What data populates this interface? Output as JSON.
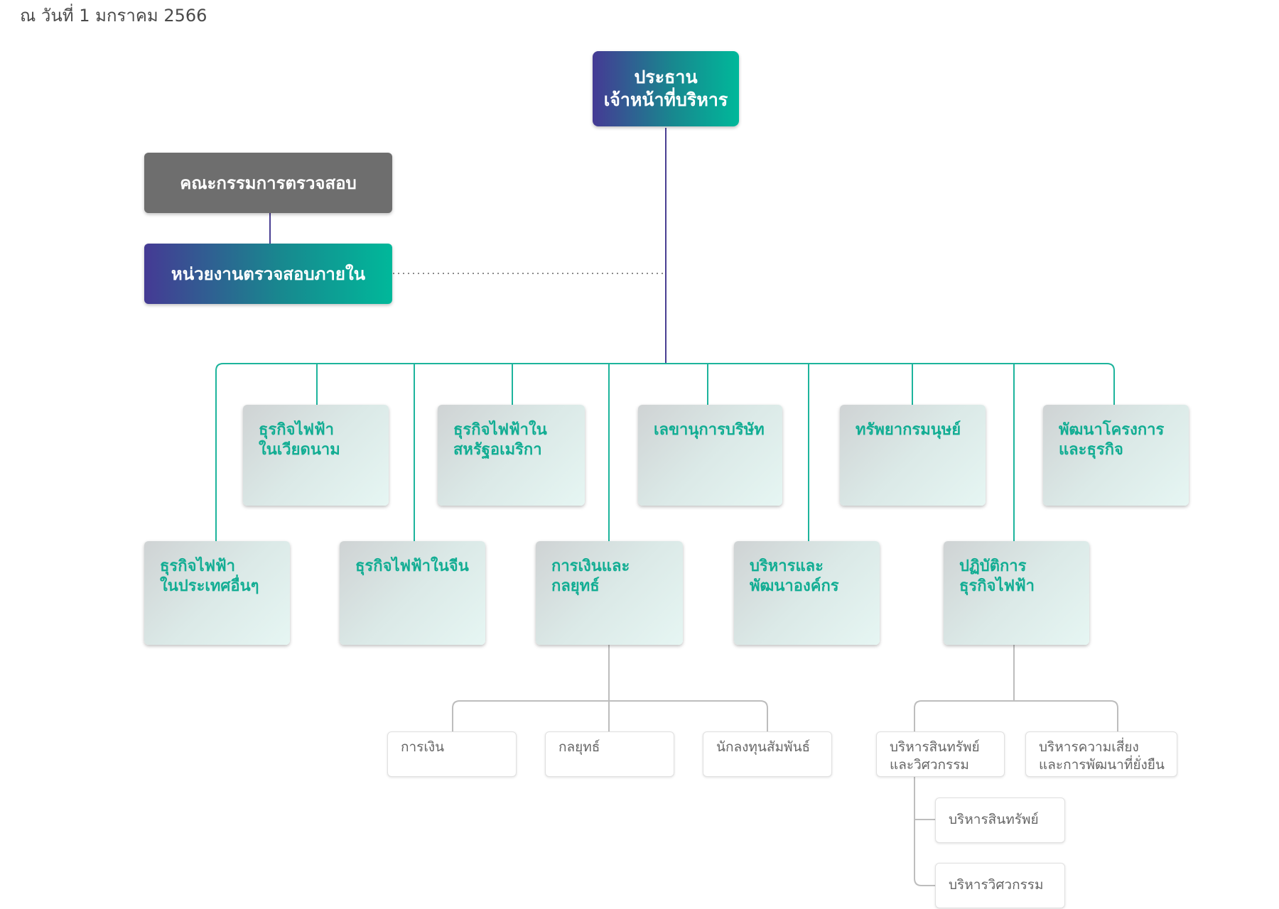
{
  "date_text": "ณ วันที่ 1 มกราคม 2566",
  "ceo": "ประธาน\nเจ้าหน้าที่บริหาร",
  "audit_committee": "คณะกรรมการตรวจสอบ",
  "internal_audit": "หน่วยงานตรวจสอบภายใน",
  "departments_row1": [
    "ธุรกิจไฟฟ้า\nในเวียดนาม",
    "ธุรกิจไฟฟ้าใน\nสหรัฐอเมริกา",
    "เลขานุการบริษัท",
    "ทรัพยากรมนุษย์",
    "พัฒนาโครงการ\nและธุรกิจ"
  ],
  "departments_row2": [
    "ธุรกิจไฟฟ้า\nในประเทศอื่นๆ",
    "ธุรกิจไฟฟ้าในจีน",
    "การเงินและกลยุทธ์",
    "บริหารและ\nพัฒนาองค์กร",
    "ปฏิบัติการ\nธุรกิจไฟฟ้า"
  ],
  "finance_units": [
    "การเงิน",
    "กลยุทธ์",
    "นักลงทุนสัมพันธ์"
  ],
  "operations_units": [
    "บริหารสินทรัพย์\nและวิศวกรรม",
    "บริหารความเสี่ยง\nและการพัฒนาที่ยั่งยืน"
  ],
  "asset_units": [
    "บริหารสินทรัพย์",
    "บริหารวิศวกรรม"
  ],
  "colors": {
    "gradient_start": "#453a94",
    "gradient_end": "#00b89a",
    "teal_line": "#1db49c",
    "purple_line": "#4a3f93",
    "grey_box": "#6e6e6e",
    "dept_text": "#12ad93"
  }
}
